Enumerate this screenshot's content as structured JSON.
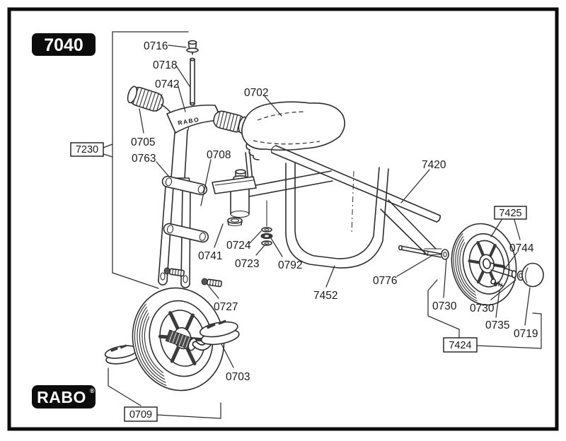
{
  "colors": {
    "background": "#ffffff",
    "border": "#0c0c0c",
    "line": "#2d2d2d",
    "label_text": "#1a1a1a",
    "badge_bg": "#0c0c0c",
    "badge_text": "#ffffff"
  },
  "badges": {
    "model": "7040",
    "brand": "RABO",
    "brand_reg": "®"
  },
  "nameplate": "RABO",
  "group_labels": {
    "g7230": "7230",
    "g7425": "7425",
    "g7424": "7424",
    "g0709": "0709"
  },
  "part_labels": {
    "p0716": "0716",
    "p0718": "0718",
    "p0742": "0742",
    "p0702": "0702",
    "p0705": "0705",
    "p0763": "0763",
    "p0708": "0708",
    "p0741": "0741",
    "p0724": "0724",
    "p0723": "0723",
    "p0792": "0792",
    "p7452": "7452",
    "p7420": "7420",
    "p0776": "0776",
    "p0744": "0744",
    "p0730a": "0730",
    "p0730b": "0730",
    "p0735": "0735",
    "p0719": "0719",
    "p0727": "0727",
    "p0703": "0703"
  }
}
